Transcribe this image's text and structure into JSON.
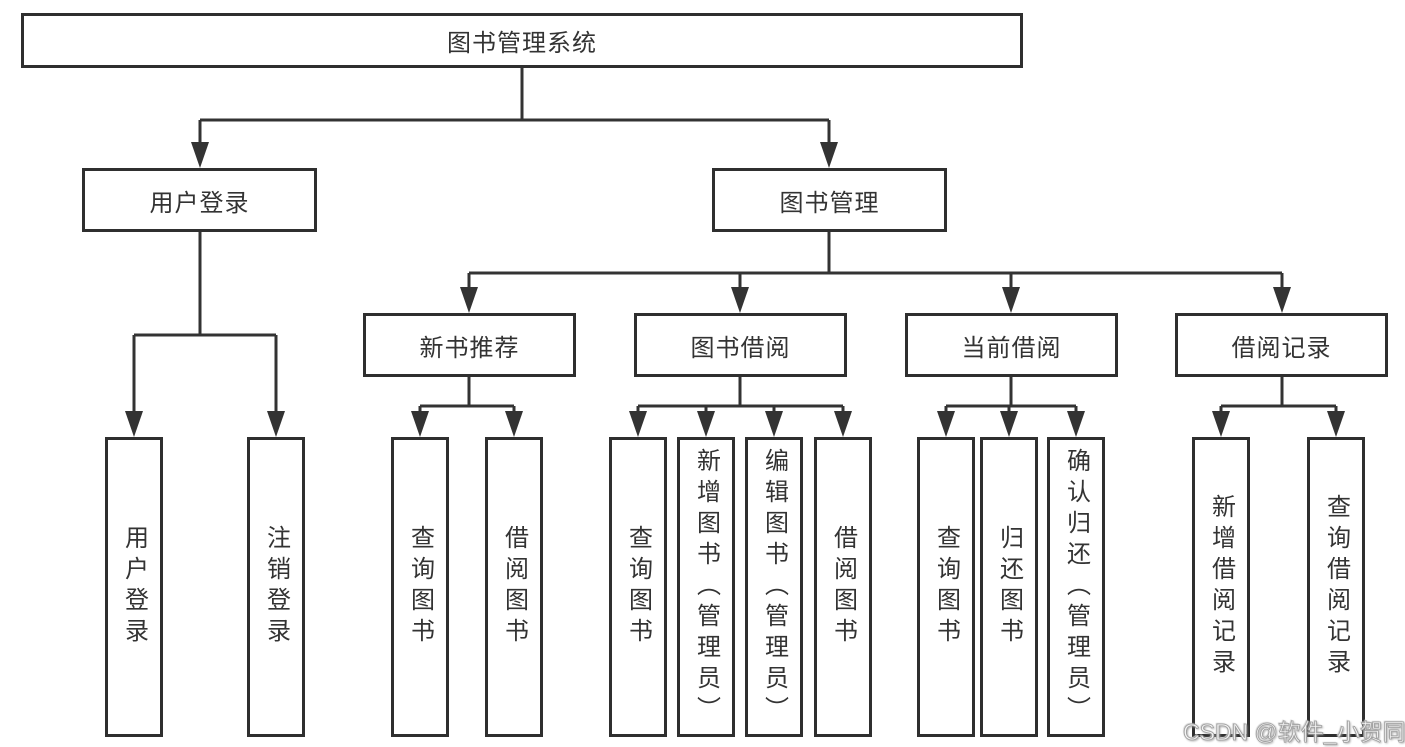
{
  "diagram": {
    "root": {
      "label": "图书管理系统"
    },
    "branches": [
      {
        "label": "用户登录",
        "children": [
          {
            "label": "用户登录"
          },
          {
            "label": "注销登录"
          }
        ]
      },
      {
        "label": "图书管理",
        "children": [
          {
            "label": "新书推荐",
            "children": [
              {
                "label": "查询图书"
              },
              {
                "label": "借阅图书"
              }
            ]
          },
          {
            "label": "图书借阅",
            "children": [
              {
                "label": "查询图书"
              },
              {
                "label": "新增图书（管理员）"
              },
              {
                "label": "编辑图书（管理员）"
              },
              {
                "label": "借阅图书"
              }
            ]
          },
          {
            "label": "当前借阅",
            "children": [
              {
                "label": "查询图书"
              },
              {
                "label": "归还图书"
              },
              {
                "label": "确认归还（管理员）"
              }
            ]
          },
          {
            "label": "借阅记录",
            "children": [
              {
                "label": "新增借阅记录"
              },
              {
                "label": "查询借阅记录"
              }
            ]
          }
        ]
      }
    ],
    "watermark": "CSDN @软件_小贺同学",
    "colors": {
      "line": "#333333",
      "box_border": "#2f2f2f",
      "text": "#333333",
      "background": "#ffffff",
      "watermark_text": "#f5f5f5",
      "watermark_outline": "#9e9e9e"
    }
  }
}
